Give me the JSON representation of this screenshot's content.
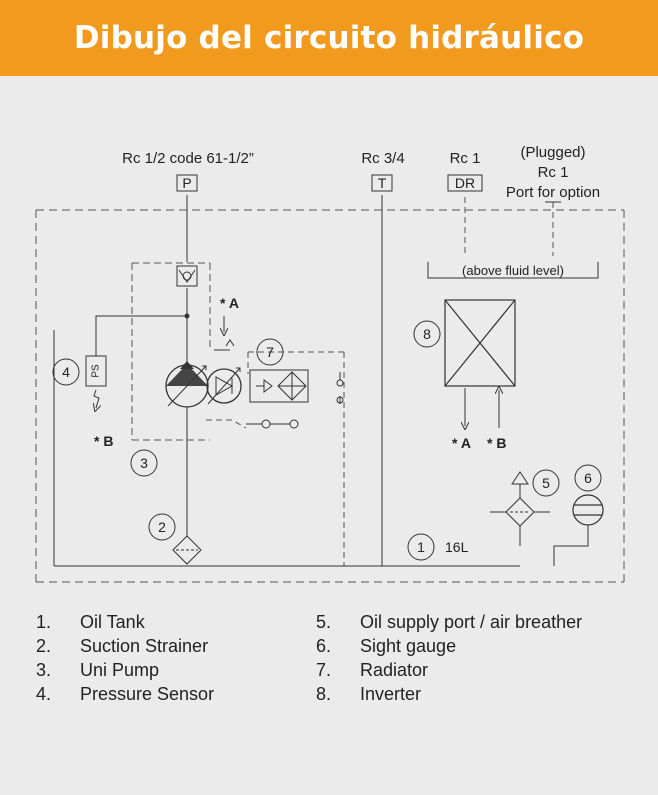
{
  "header": {
    "title": "Dibujo del circuito hidráulico"
  },
  "colors": {
    "accent": "#f29a1e",
    "background": "#ebebeb",
    "line": "#333333"
  },
  "ports": {
    "p": {
      "spec": "Rc 1/2 code 61-1/2”",
      "code": "P"
    },
    "t": {
      "spec": "Rc 3/4",
      "code": "T"
    },
    "dr": {
      "spec": "Rc 1",
      "code": "DR"
    },
    "option": {
      "line1": "(Plugged)",
      "line2": "Rc 1",
      "line3": "Port for option"
    }
  },
  "diagram": {
    "fluid_level_note": "(above fluid level)",
    "tank_capacity": "16L",
    "markers": {
      "a": "* A",
      "b": "* B"
    },
    "sensor_label": "PS",
    "callouts": [
      "1",
      "2",
      "3",
      "4",
      "5",
      "6",
      "7",
      "8"
    ]
  },
  "legend": [
    {
      "num": "1.",
      "label": "Oil Tank"
    },
    {
      "num": "2.",
      "label": "Suction Strainer"
    },
    {
      "num": "3.",
      "label": "Uni Pump"
    },
    {
      "num": "4.",
      "label": "Pressure Sensor"
    },
    {
      "num": "5.",
      "label": "Oil supply port / air breather"
    },
    {
      "num": "6.",
      "label": "Sight gauge"
    },
    {
      "num": "7.",
      "label": "Radiator"
    },
    {
      "num": "8.",
      "label": "Inverter"
    }
  ]
}
